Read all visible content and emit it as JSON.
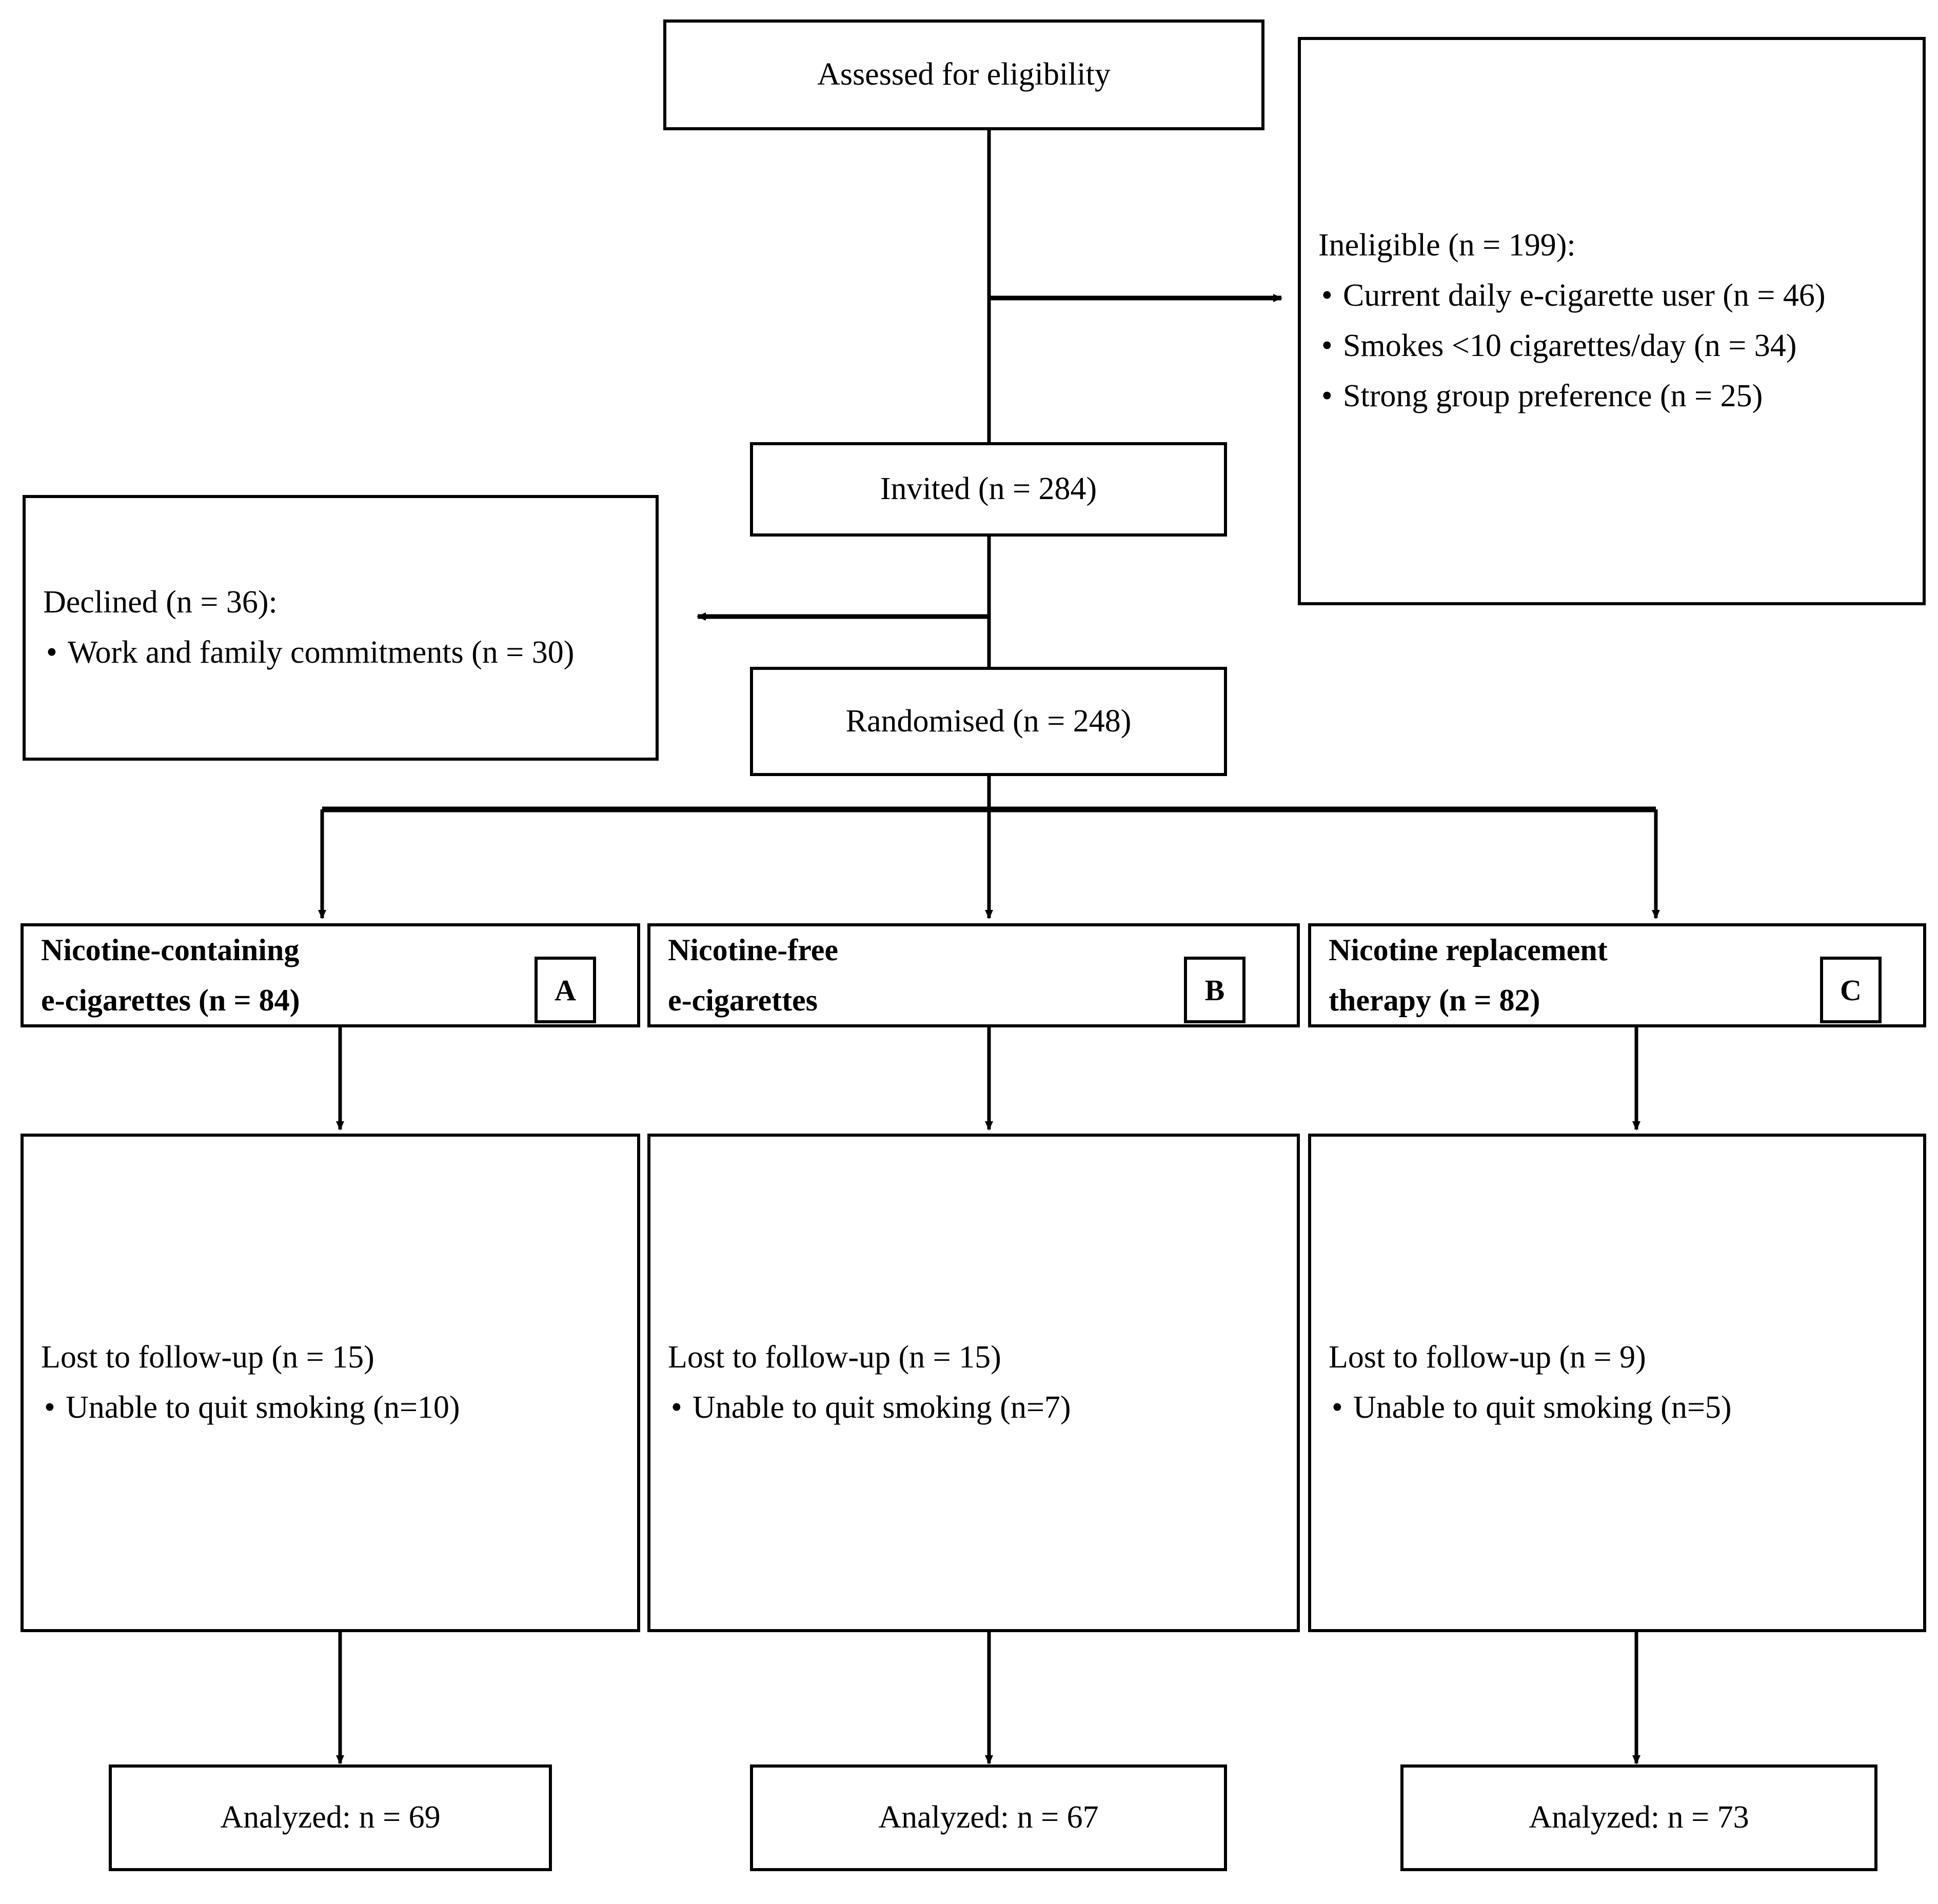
{
  "diagram": {
    "type": "consort-flow-diagram",
    "stroke_color": "#000000",
    "background_color": "#ffffff"
  },
  "nodes": {
    "assessed": {
      "label": "Assessed for eligibility"
    },
    "ineligible": {
      "heading": "Ineligible (n = 199):",
      "bullets": [
        "Current daily e-cigarette user (n = 46)",
        "Smokes <10 cigarettes/day (n = 34)",
        "Strong group preference (n = 25)"
      ]
    },
    "invited": {
      "label": "Invited (n = 284)"
    },
    "declined": {
      "heading": "Declined (n = 36):",
      "bullets": [
        "Work and family commitments (n = 30)"
      ]
    },
    "randomised": {
      "label": "Randomised (n = 248)"
    },
    "arms": [
      {
        "badge": "A",
        "line1": "Nicotine-containing",
        "line2": "e-cigarettes (n = 84)",
        "followup_heading": "Lost to follow-up (n = 15)",
        "followup_bullet": "Unable to quit smoking (n=10)",
        "analyzed": "Analyzed: n = 69"
      },
      {
        "badge": "B",
        "line1": "Nicotine-free",
        "line2": "e-cigarettes",
        "followup_heading": "Lost to follow-up (n = 15)",
        "followup_bullet": "Unable to quit smoking (n=7)",
        "analyzed": "Analyzed: n = 67"
      },
      {
        "badge": "C",
        "line1": "Nicotine replacement",
        "line2": "therapy (n = 82)",
        "followup_heading": "Lost to follow-up (n = 9)",
        "followup_bullet": "Unable to quit smoking (n=5)",
        "analyzed": "Analyzed: n = 73"
      }
    ]
  }
}
